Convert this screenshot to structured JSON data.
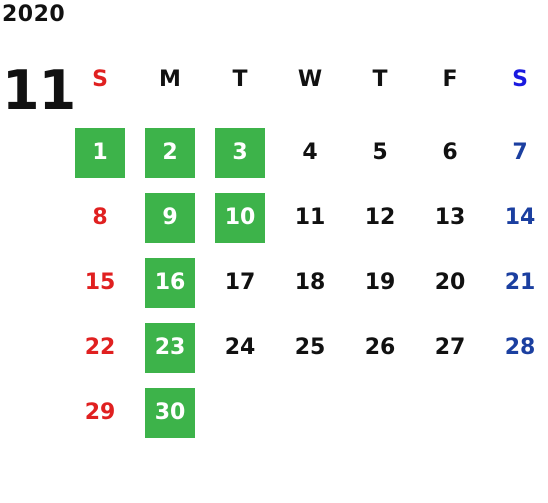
{
  "year": "2020",
  "month": "11",
  "colors": {
    "sunday": "#e02020",
    "saturday": "#1b3fa0",
    "saturday_header": "#1a1ae0",
    "weekday": "#111111",
    "highlight": "#3db34a"
  },
  "weekdays": [
    "S",
    "M",
    "T",
    "W",
    "T",
    "F",
    "S"
  ],
  "weeks": [
    [
      {
        "d": "1",
        "h": true
      },
      {
        "d": "2",
        "h": true
      },
      {
        "d": "3",
        "h": true
      },
      {
        "d": "4",
        "h": false
      },
      {
        "d": "5",
        "h": false
      },
      {
        "d": "6",
        "h": false
      },
      {
        "d": "7",
        "h": false
      }
    ],
    [
      {
        "d": "8",
        "h": false
      },
      {
        "d": "9",
        "h": true
      },
      {
        "d": "10",
        "h": true
      },
      {
        "d": "11",
        "h": false
      },
      {
        "d": "12",
        "h": false
      },
      {
        "d": "13",
        "h": false
      },
      {
        "d": "14",
        "h": false
      }
    ],
    [
      {
        "d": "15",
        "h": false
      },
      {
        "d": "16",
        "h": true
      },
      {
        "d": "17",
        "h": false
      },
      {
        "d": "18",
        "h": false
      },
      {
        "d": "19",
        "h": false
      },
      {
        "d": "20",
        "h": false
      },
      {
        "d": "21",
        "h": false
      }
    ],
    [
      {
        "d": "22",
        "h": false
      },
      {
        "d": "23",
        "h": true
      },
      {
        "d": "24",
        "h": false
      },
      {
        "d": "25",
        "h": false
      },
      {
        "d": "26",
        "h": false
      },
      {
        "d": "27",
        "h": false
      },
      {
        "d": "28",
        "h": false
      }
    ],
    [
      {
        "d": "29",
        "h": false
      },
      {
        "d": "30",
        "h": true
      },
      {
        "d": "",
        "h": false
      },
      {
        "d": "",
        "h": false
      },
      {
        "d": "",
        "h": false
      },
      {
        "d": "",
        "h": false
      },
      {
        "d": "",
        "h": false
      }
    ]
  ]
}
